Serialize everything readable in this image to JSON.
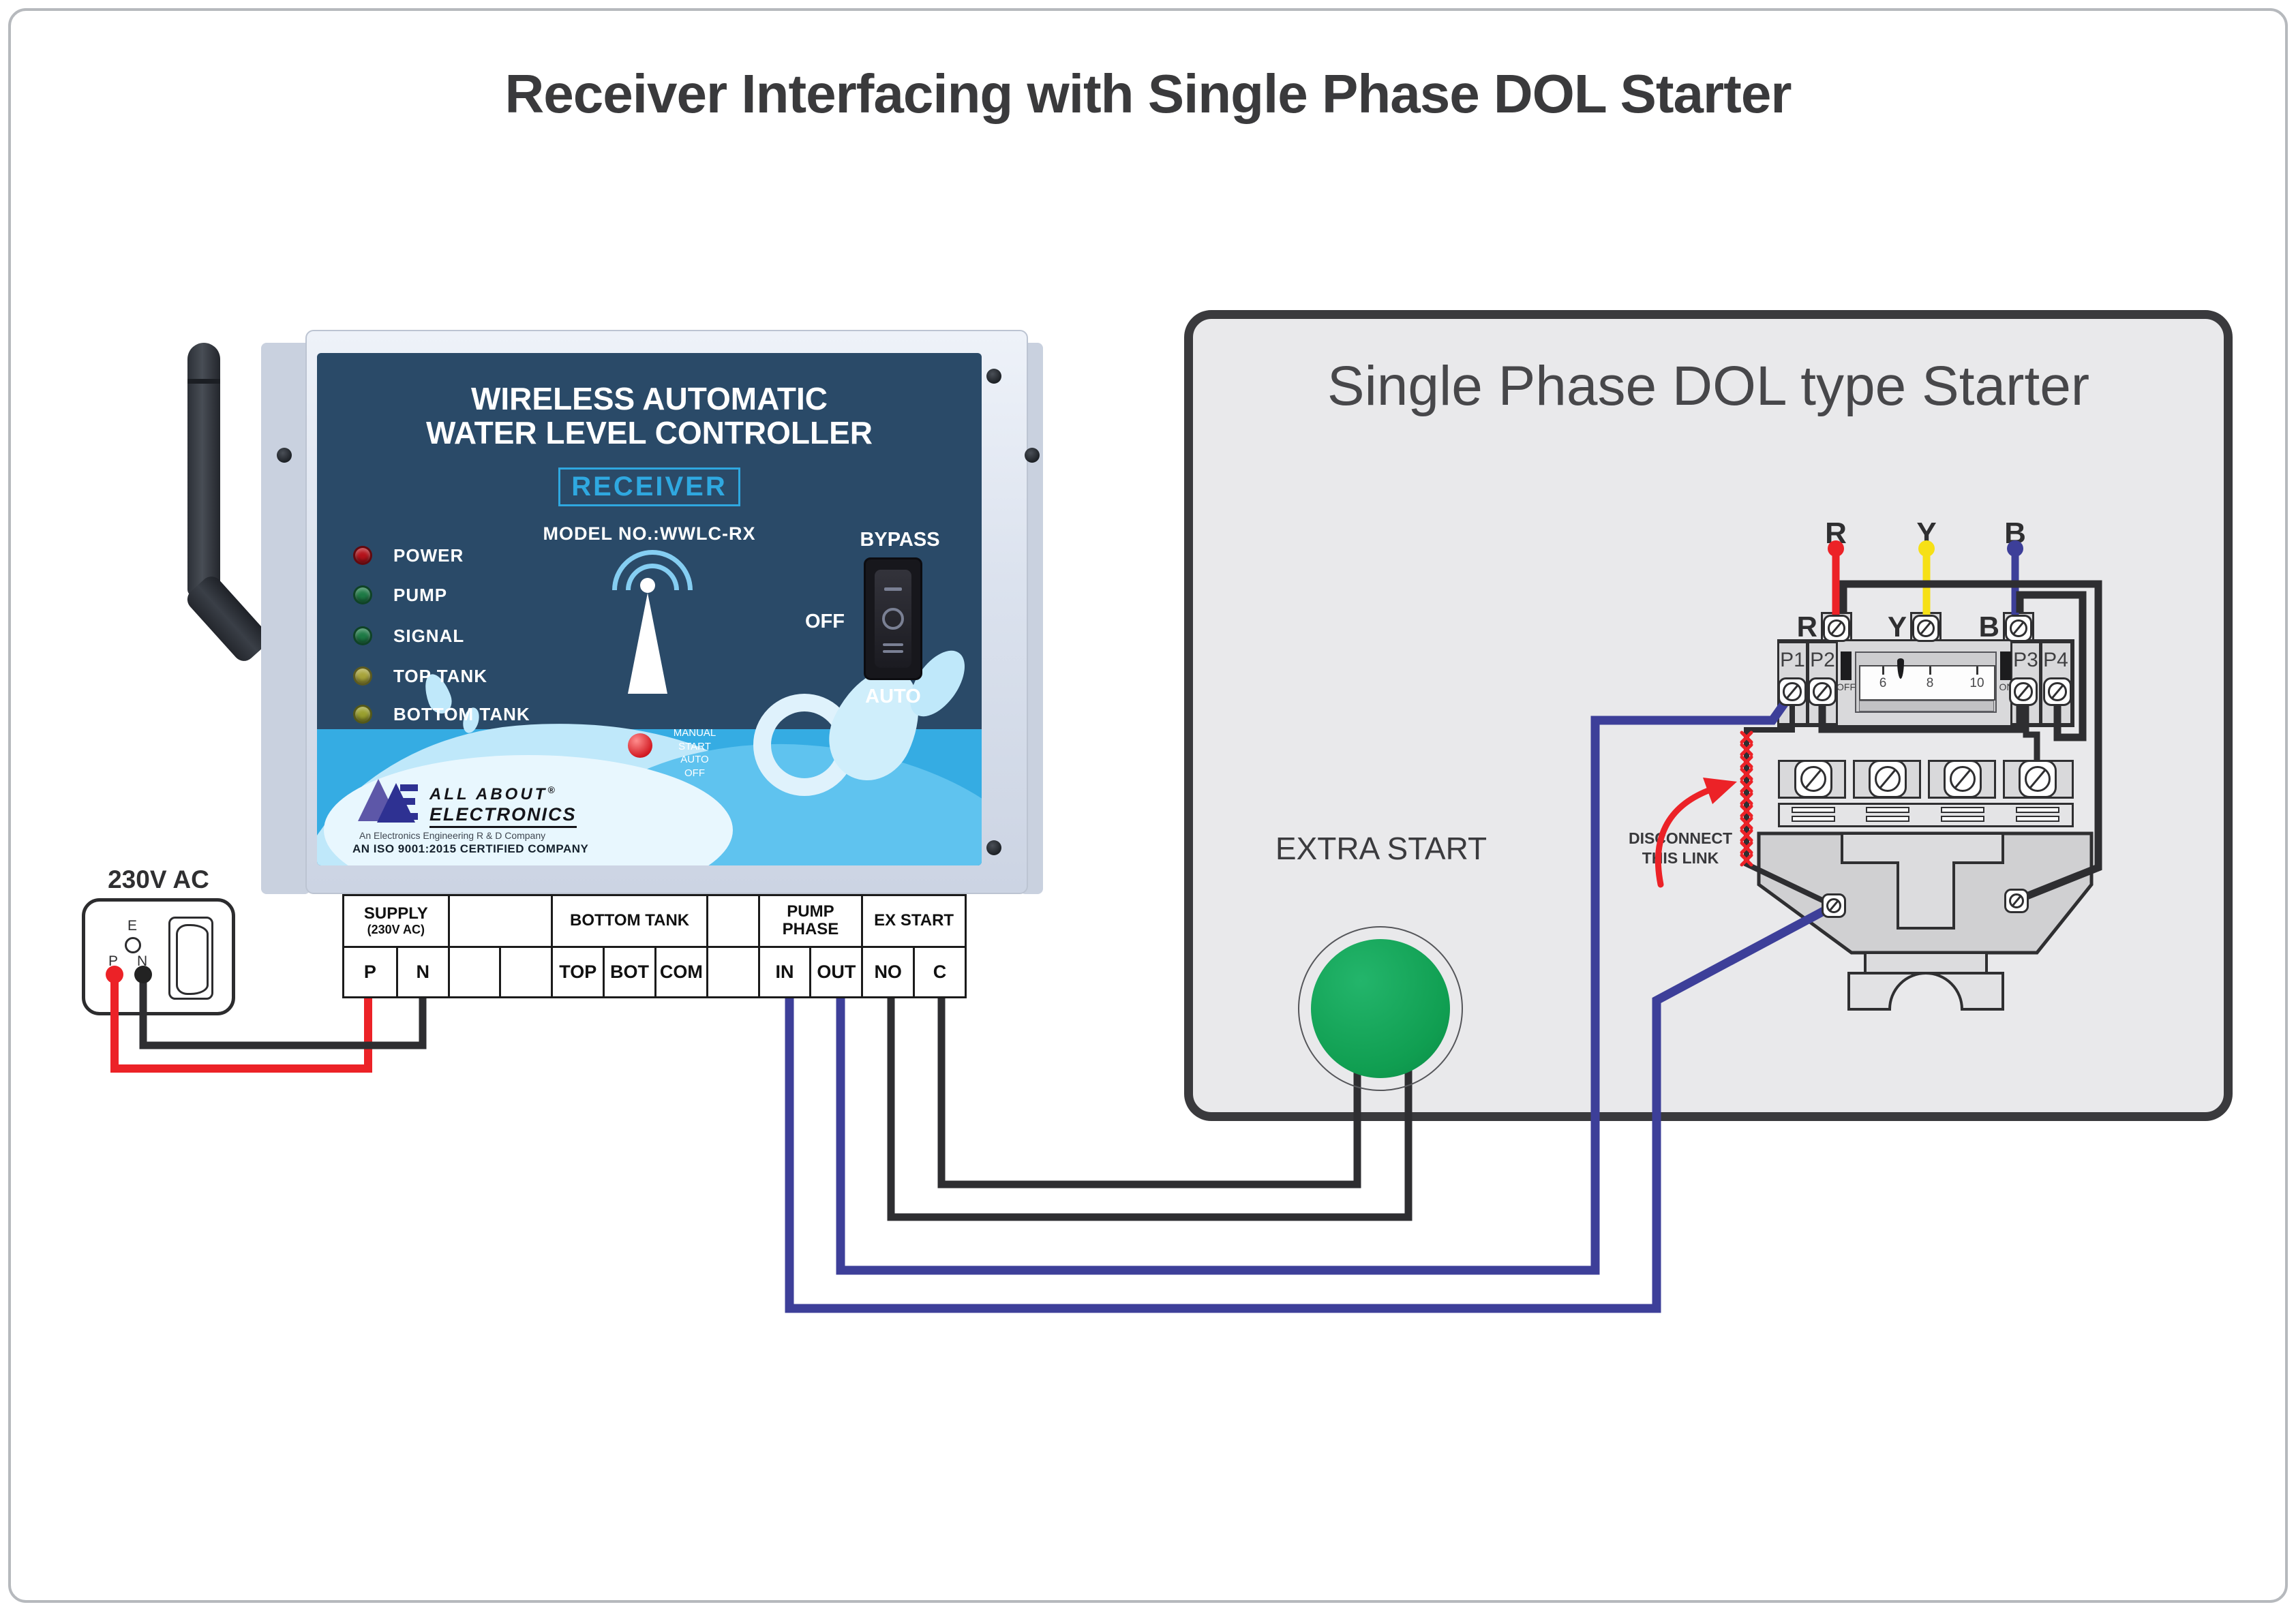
{
  "title": "Receiver Interfacing with Single Phase DOL Starter",
  "receiver": {
    "panel_title_line1": "WIRELESS AUTOMATIC",
    "panel_title_line2": "WATER LEVEL CONTROLLER",
    "badge": "RECEIVER",
    "model": "MODEL NO.:WWLC-RX",
    "leds": [
      {
        "label": "POWER",
        "color": "#b5121b"
      },
      {
        "label": "PUMP",
        "color": "#1d7a45"
      },
      {
        "label": "SIGNAL",
        "color": "#1d7a45"
      },
      {
        "label": "TOP TANK",
        "color": "#a8a43a"
      },
      {
        "label": "BOTTOM TANK",
        "color": "#9aa02e"
      }
    ],
    "bypass_label": "BYPASS",
    "off_label": "OFF",
    "auto_label": "AUTO",
    "manual_button_lines": [
      "MANUAL",
      "START",
      "AUTO",
      "OFF"
    ],
    "logo": {
      "brand_top": "ALL ABOUT",
      "brand_reg": "®",
      "brand_bottom": "ELECTRONICS",
      "tagline": "An Electronics Engineering R & D Company",
      "iso": "AN ISO 9001:2015 CERTIFIED COMPANY"
    }
  },
  "supply": {
    "label": "230V AC",
    "earth": "E",
    "phase": "P",
    "neutral": "N"
  },
  "terminal_strip": {
    "groups": [
      {
        "label": "SUPPLY",
        "sub": "(230V AC)"
      },
      {
        "label": "",
        "sub": ""
      },
      {
        "label": "BOTTOM TANK",
        "sub": ""
      },
      {
        "label": "",
        "sub": ""
      },
      {
        "label": "PUMP",
        "sub": "PHASE"
      },
      {
        "label": "EX START",
        "sub": ""
      }
    ],
    "terminals": [
      "P",
      "N",
      "",
      "",
      "TOP",
      "BOT",
      "COM",
      "",
      "IN",
      "OUT",
      "NO",
      "C"
    ]
  },
  "starter": {
    "title": "Single Phase DOL type Starter",
    "extra_start_label": "EXTRA START",
    "disconnect_line1": "DISCONNECT",
    "disconnect_line2": "THIS LINK",
    "phases": [
      {
        "label": "R",
        "color": "#ec2227"
      },
      {
        "label": "Y",
        "color": "#f6e016"
      },
      {
        "label": "B",
        "color": "#3d3f99"
      }
    ],
    "pole_labels": [
      "P1",
      "P2",
      "P3",
      "P4"
    ],
    "off_label": "OFF",
    "on_label": "ON",
    "dial_numbers": [
      "6",
      "8",
      "10"
    ]
  },
  "colors": {
    "wire_phase_red": "#ec2227",
    "wire_neutral_black": "#2e2e31",
    "wire_pump_blue": "#3d3f99",
    "wire_yellow": "#f6e016",
    "accent_cyan": "#2fa8e0",
    "panel_navy": "#2a4a68",
    "start_button_green": "#12a357",
    "dol_box_gray": "#e9e9eb"
  }
}
